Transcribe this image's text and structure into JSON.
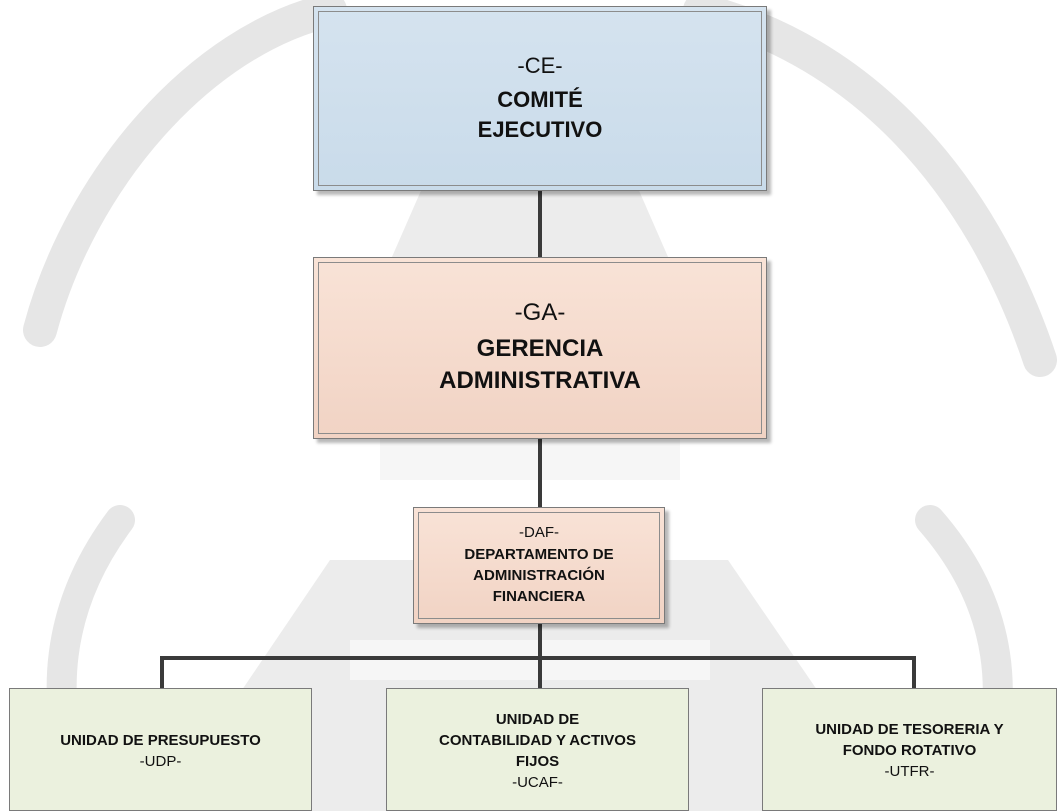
{
  "colors": {
    "ce_fill": "#cfdfec",
    "ga_fill": "#f5dccf",
    "daf_fill": "#f5dccf",
    "unit_fill": "#ebf1de",
    "connector": "#3a3a3a",
    "watermark": "#e6e6e6"
  },
  "chart": {
    "ce": {
      "code": "-CE-",
      "name_line1": "COMITÉ",
      "name_line2": "EJECUTIVO"
    },
    "ga": {
      "code": "-GA-",
      "name_line1": "GERENCIA",
      "name_line2": "ADMINISTRATIVA"
    },
    "daf": {
      "code": "-DAF-",
      "name_line1": "DEPARTAMENTO DE",
      "name_line2": "ADMINISTRACIÓN",
      "name_line3": "FINANCIERA"
    },
    "udp": {
      "name_line1": "UNIDAD DE PRESUPUESTO",
      "code": "-UDP-"
    },
    "ucaf": {
      "name_line1": "UNIDAD DE",
      "name_line2": "CONTABILIDAD Y ACTIVOS",
      "name_line3": "FIJOS",
      "code": "-UCAF-"
    },
    "utfr": {
      "name_line1": "UNIDAD DE TESORERIA Y",
      "name_line2": "FONDO ROTATIVO",
      "code": "-UTFR-"
    }
  }
}
